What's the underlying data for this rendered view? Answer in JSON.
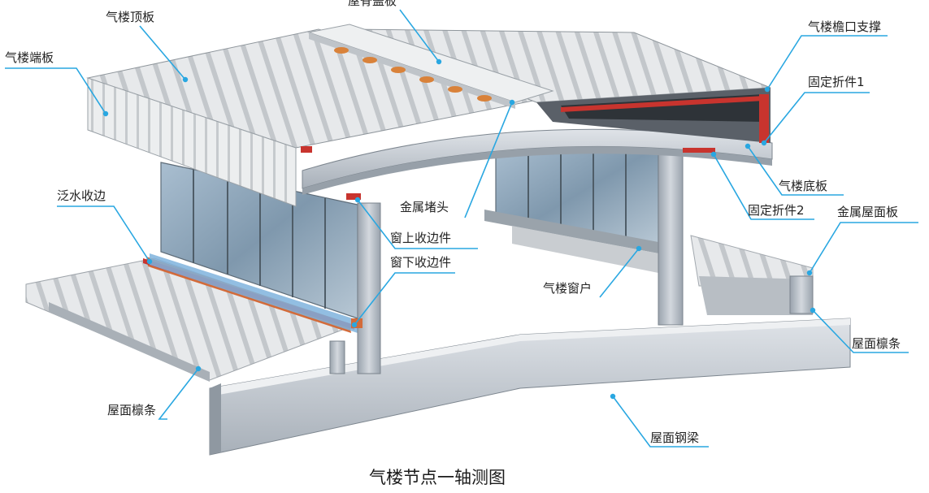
{
  "labels": {
    "top_panel": "气楼顶板",
    "end_panel": "气楼端板",
    "ridge_cap": "屋脊盖板",
    "eave_brace": "气楼檐口支撑",
    "fixed_fold_1": "固定折件1",
    "bottom_panel": "气楼底板",
    "fixed_fold_2": "固定折件2",
    "metal_roof_panel": "金属屋面板",
    "metal_end_cap": "金属堵头",
    "flashing": "泛水收边",
    "window_upper_trim": "窗上收边件",
    "window_lower_trim": "窗下收边件",
    "skylight_window": "气楼窗户",
    "purlin_right": "屋面檩条",
    "purlin_left": "屋面檩条",
    "steel_beam": "屋面钢梁"
  },
  "caption": "气楼节点一轴测图",
  "colors": {
    "leader": "#29a7e1",
    "panel_light": "#e4e6e8",
    "panel_shadow": "#b9bdc2",
    "steel": "#c4cbd3",
    "glass": "#8ba6bd",
    "accent_red": "#c8342e",
    "accent_orange": "#d9823a"
  }
}
